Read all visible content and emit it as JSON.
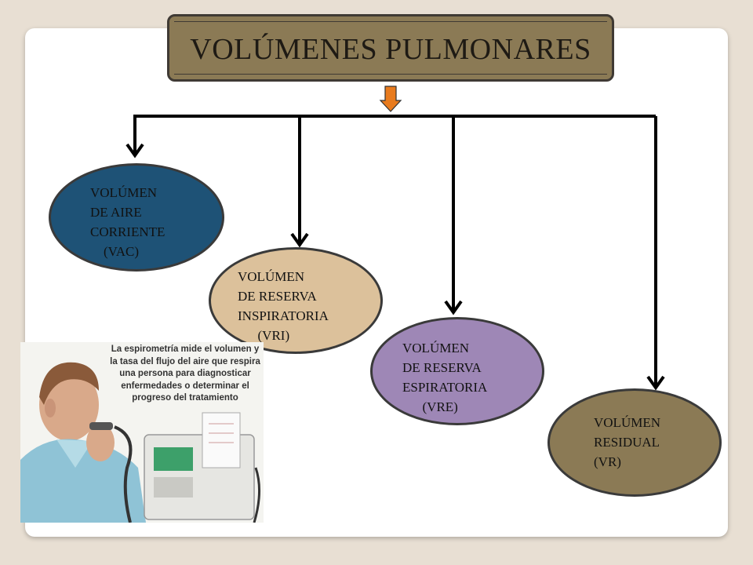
{
  "title": "VOLÚMENES PULMONARES",
  "nodes": [
    {
      "id": "vac",
      "label": "VOLÚMEN\nDE AIRE\nCORRIENTE\n    (VAC)",
      "color": "#1e5276"
    },
    {
      "id": "vri",
      "label": "VOLÚMEN\nDE RESERVA\nINSPIRATORIA\n      (VRI)",
      "color": "#dcc19b"
    },
    {
      "id": "vre",
      "label": "VOLÚMEN\nDE RESERVA\nESPIRATORIA\n      (VRE)",
      "color": "#9e87b6"
    },
    {
      "id": "vr",
      "label": "VOLÚMEN\nRESIDUAL\n(VR)",
      "color": "#8b7a55"
    }
  ],
  "photo": {
    "caption": "La espirometría mide el volumen y la tasa del flujo del aire que respira una persona para diagnosticar enfermedades o determinar el progreso del tratamiento"
  },
  "colors": {
    "background": "#e8dfd3",
    "title_box": "#8b7a55",
    "arrow_down": "#e87b1e",
    "connector": "#000000"
  }
}
